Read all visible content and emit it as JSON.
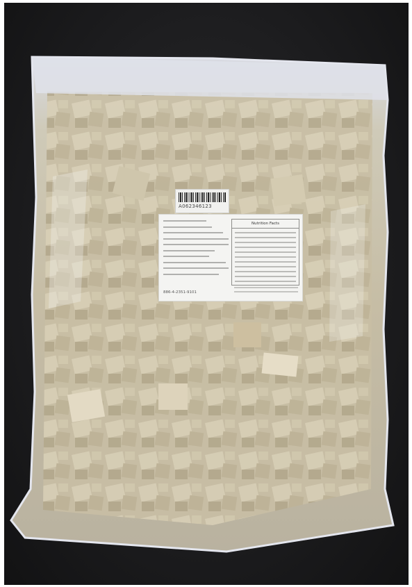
{
  "photo": {
    "subject": "",
    "barcode_sticker": {
      "code": "A062346123"
    },
    "label": {
      "nutrition_title": "Nutrition Facts",
      "phone": "886-4-2351-9101"
    }
  }
}
